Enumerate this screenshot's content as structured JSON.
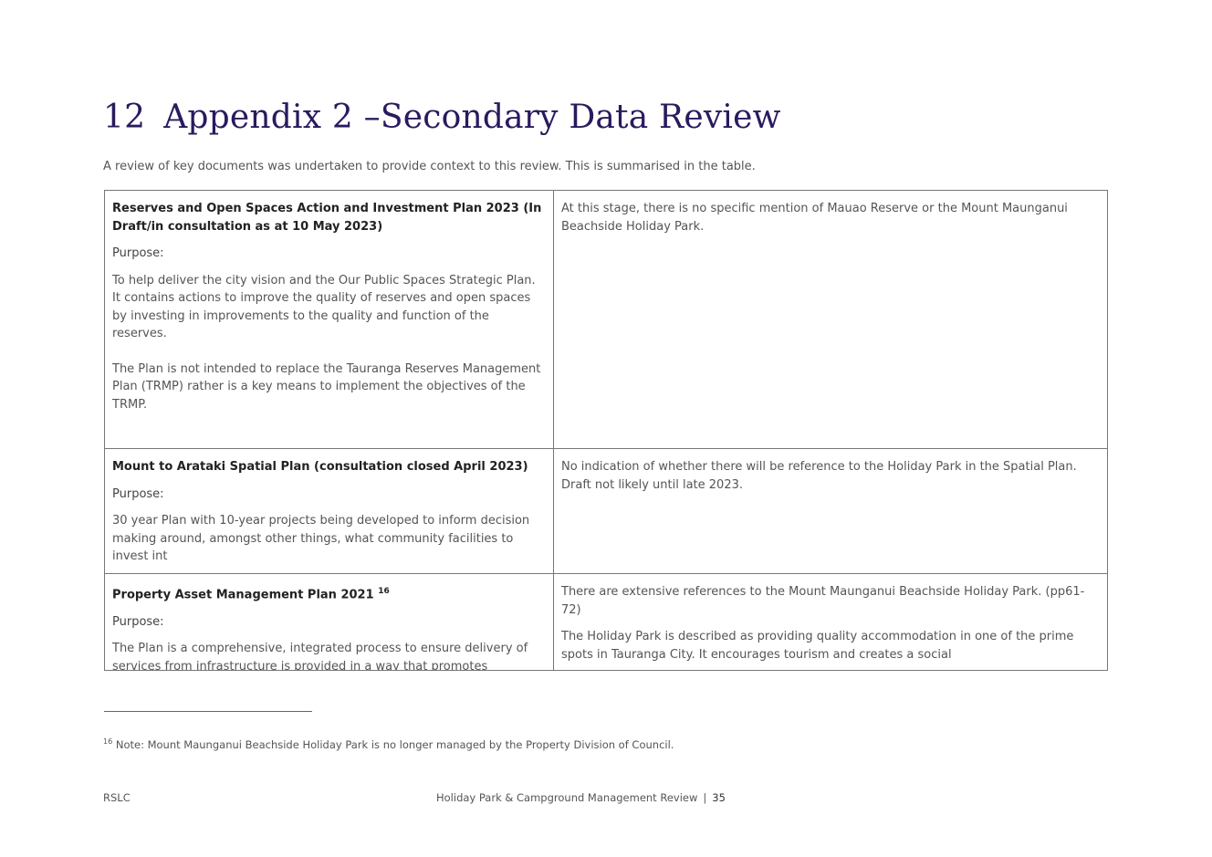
{
  "heading": {
    "number": "12",
    "title": "Appendix 2 –Secondary Data Review"
  },
  "intro": "A review of key documents was undertaken to provide context to this review. This is summarised in the table.",
  "rows": [
    {
      "title": "Reserves and Open Spaces Action and Investment Plan 2023 (In Draft/in consultation as at 10 May 2023)",
      "purpose_label": "Purpose:",
      "body_1": "To help deliver the city vision and the Our Public Spaces Strategic Plan. It contains actions to improve the quality of reserves and open spaces by investing in improvements to the quality and function of the reserves.",
      "body_2": "The Plan is not intended to replace the Tauranga Reserves Management Plan (TRMP) rather is a key means to implement the objectives of the TRMP.",
      "comment_1": "At this stage, there is no specific mention of Mauao Reserve or the Mount Maunganui Beachside Holiday Park."
    },
    {
      "title": "Mount to Arataki Spatial Plan (consultation closed April 2023)",
      "purpose_label": "Purpose:",
      "body_1": "30 year Plan with 10-year projects being developed to inform decision making around, amongst other things, what community facilities to invest int",
      "comment_1": "No indication of whether there will be reference to the Holiday Park in the Spatial Plan. Draft not likely until late 2023."
    },
    {
      "title": "Property Asset Management Plan 2021",
      "footnote_ref": "16",
      "purpose_label": "Purpose:",
      "body_1": "The Plan is a comprehensive, integrated process to ensure delivery of services from infrastructure is provided in a way that promotes",
      "comment_1": "There are extensive references to the Mount Maunganui Beachside Holiday Park. (pp61-72)",
      "comment_2": "The Holiday Park is described as providing quality accommodation in one of the prime spots in Tauranga City. It encourages tourism and creates a social"
    }
  ],
  "footnote": {
    "ref": "16",
    "text": "Note: Mount Maunganui Beachside Holiday Park is no longer managed by the Property Division of Council."
  },
  "footer": {
    "left": "RSLC",
    "doc_title": "Holiday Park & Campground Management Review",
    "separator": "|",
    "page": "35"
  }
}
